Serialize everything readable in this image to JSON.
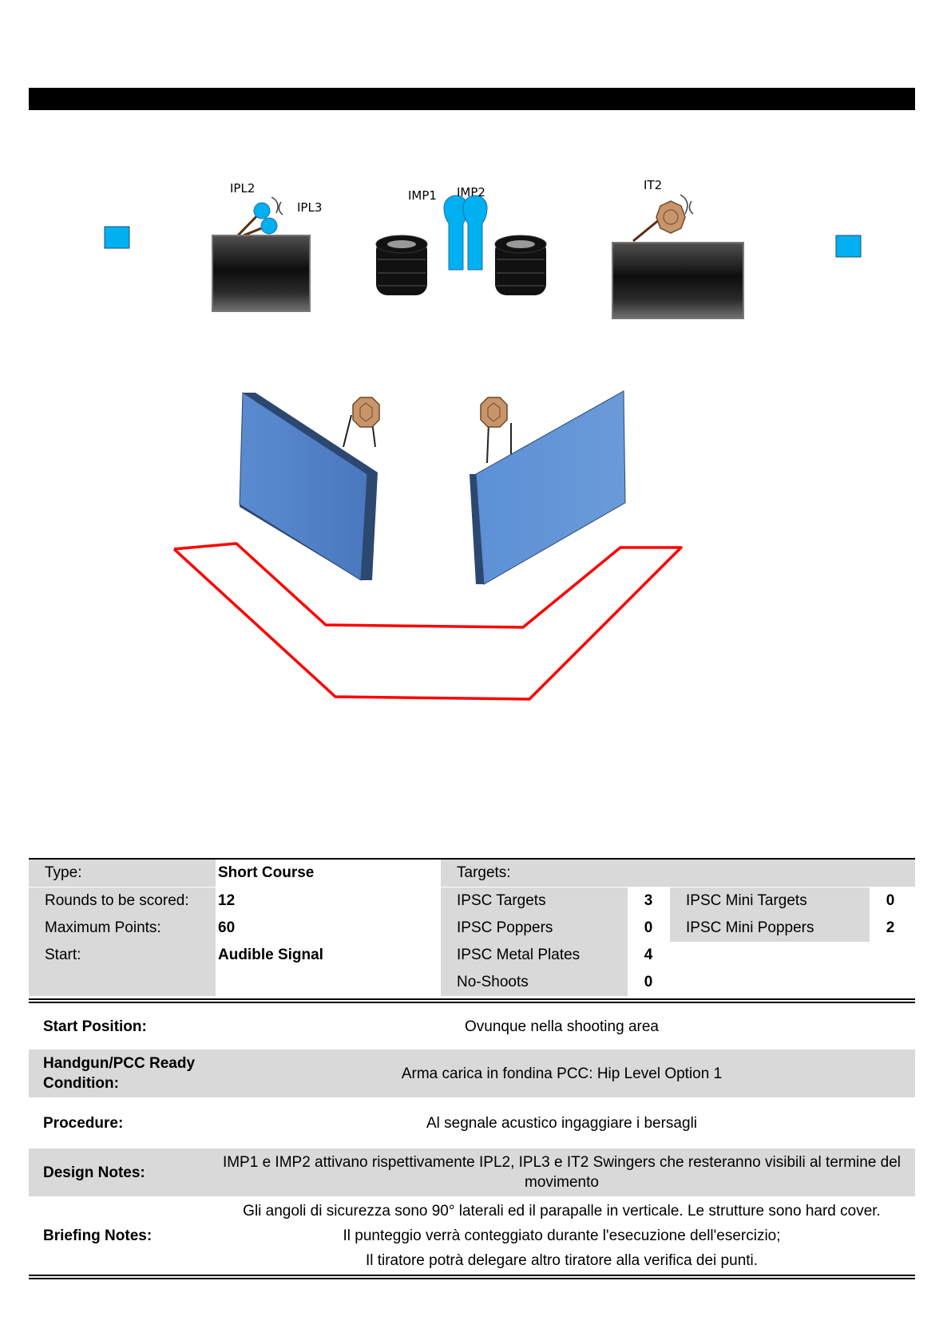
{
  "diagram": {
    "labels": {
      "ipl2": "IPL2",
      "ipl3": "IPL3",
      "imp1": "IMP1",
      "imp2": "IMP2",
      "it2": "IT2"
    },
    "colors": {
      "popper": "#00b0f0",
      "wall": "#5b8fd0",
      "fault_line": "#ff0000",
      "target": "#c8946a",
      "barrier": "#202020"
    }
  },
  "summary": {
    "type_label": "Type:",
    "type_value": "Short Course",
    "rounds_label": "Rounds to be scored:",
    "rounds_value": "12",
    "points_label": "Maximum Points:",
    "points_value": "60",
    "start_label": "Start:",
    "start_value": "Audible Signal",
    "targets_label": "Targets:",
    "ipsc_targets_label": "IPSC Targets",
    "ipsc_targets_value": "3",
    "ipsc_poppers_label": "IPSC Poppers",
    "ipsc_poppers_value": "0",
    "ipsc_metal_plates_label": "IPSC Metal Plates",
    "ipsc_metal_plates_value": "4",
    "no_shoots_label": "No-Shoots",
    "no_shoots_value": "0",
    "mini_targets_label": "IPSC Mini Targets",
    "mini_targets_value": "0",
    "mini_poppers_label": "IPSC Mini Poppers",
    "mini_poppers_value": "2"
  },
  "notes": {
    "start_position_label": "Start Position:",
    "start_position_value": "Ovunque nella shooting area",
    "ready_condition_label": "Handgun/PCC Ready Condition:",
    "ready_condition_value": "Arma carica in fondina PCC: Hip Level Option 1",
    "procedure_label": "Procedure:",
    "procedure_value": "Al segnale acustico ingaggiare i bersagli",
    "design_notes_label": "Design Notes:",
    "design_notes_value": "IMP1 e IMP2 attivano rispettivamente IPL2, IPL3 e  IT2 Swingers che resteranno visibili al termine del movimento",
    "briefing_notes_label": "Briefing Notes:",
    "briefing_notes_lines": [
      "Gli angoli di sicurezza sono 90° laterali ed il parapalle in verticale. Le strutture sono hard cover.",
      "Il punteggio verrà conteggiato durante l'esecuzione dell'esercizio;",
      "Il tiratore potrà delegare altro tiratore alla verifica dei punti."
    ]
  }
}
